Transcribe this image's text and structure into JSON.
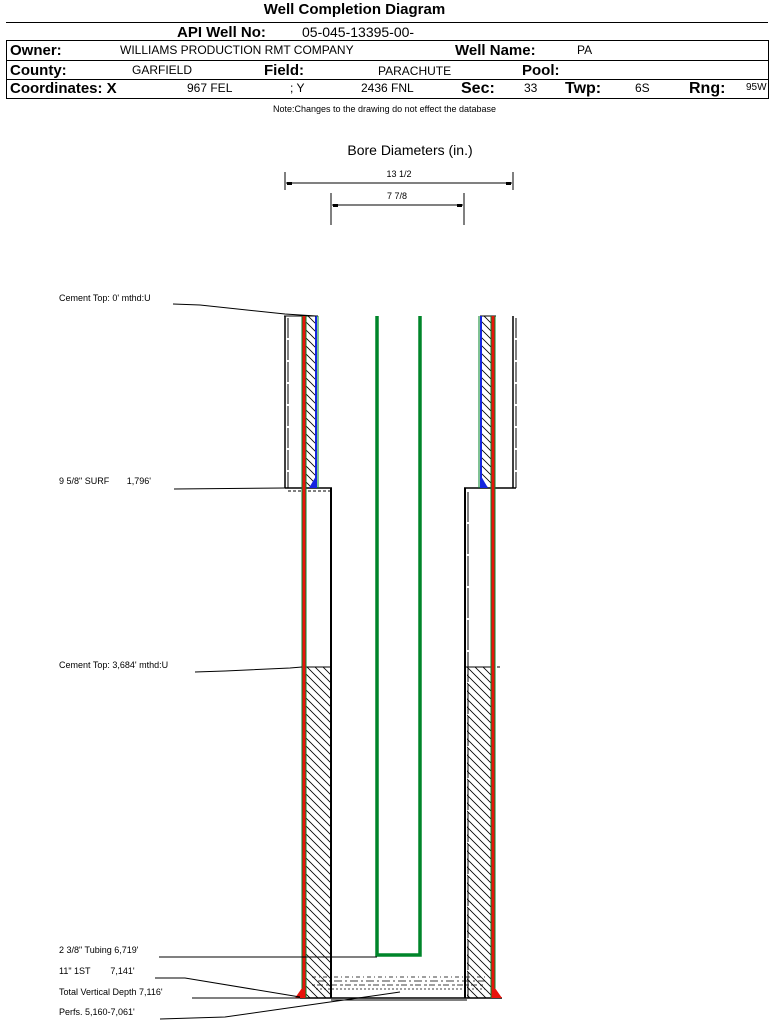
{
  "header": {
    "title": "Well Completion Diagram",
    "api_label": "API Well No:",
    "api_value": "05-045-13395-00-",
    "owner_label": "Owner:",
    "owner_value": "WILLIAMS PRODUCTION RMT COMPANY",
    "well_name_label": "Well Name:",
    "well_name_value": "PA",
    "county_label": "County:",
    "county_value": "GARFIELD",
    "field_label": "Field:",
    "field_value": "PARACHUTE",
    "pool_label": "Pool:",
    "pool_value": "",
    "coord_label": "Coordinates: X",
    "coord_x_value": "967 FEL",
    "coord_y_label": "; Y",
    "coord_y_value": "2436 FNL",
    "sec_label": "Sec:",
    "sec_value": "33",
    "twp_label": "Twp:",
    "twp_value": "6S",
    "rng_label": "Rng:",
    "rng_value": "95W",
    "note": "Note:Changes to the drawing do not effect the database"
  },
  "diagram": {
    "bore_title": "Bore Diameters (in.)",
    "bore_diameters": [
      "13 1/2",
      "7 7/8"
    ],
    "annotations": [
      "Cement Top: 0' mthd:U",
      "9 5/8\" SURF       1,796'",
      "Cement Top: 3,684' mthd:U",
      "2 3/8\" Tubing 6,719'",
      "11\" 1ST        7,141'",
      "Total Vertical Depth 7,116'",
      "Perfs. 5,160-7,061'"
    ],
    "colors": {
      "casing_outer": "#00852a",
      "casing_inner": "#e8140c",
      "cement_shoe": "#1424e0",
      "tubing": "#00852a",
      "hole": "#000000"
    }
  }
}
